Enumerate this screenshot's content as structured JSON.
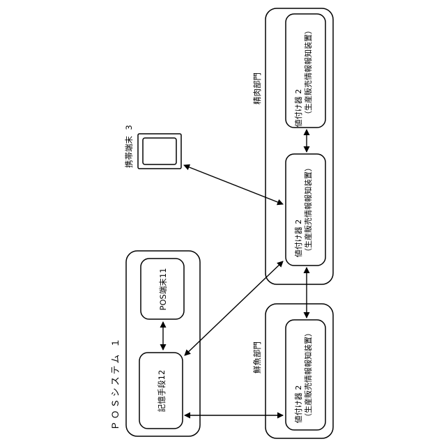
{
  "system": {
    "label": "ＰＯＳシステム １"
  },
  "pos_terminal": {
    "label": "POS端末11"
  },
  "storage": {
    "label": "記憶手段12"
  },
  "mobile": {
    "label_line1": "携帯端末",
    "label_line2": "3"
  },
  "meat_dept": {
    "label": "精肉部門",
    "pricer_a": {
      "line1": "値付け器 2",
      "line2": "（生産販売情報報知装置）"
    },
    "pricer_b": {
      "line1": "値付け器 2",
      "line2": "（生産販売情報報知装置）"
    }
  },
  "fish_dept": {
    "label": "鮮魚部門",
    "pricer": {
      "line1": "値付け器 2",
      "line2": "（生産販売情報報知装置）"
    }
  }
}
